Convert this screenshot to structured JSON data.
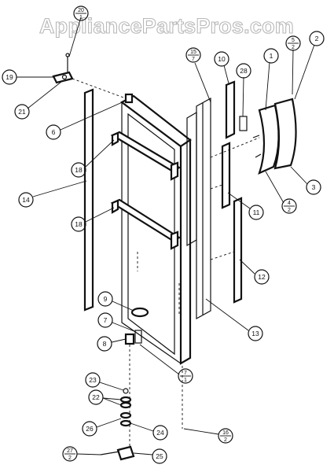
{
  "watermark": "AppliancePartsPros.com",
  "callouts": {
    "c1": "1",
    "c2": "2",
    "c3": "3",
    "c4n": "4",
    "c4d": "2",
    "c5n": "5",
    "c5d": "2",
    "c6": "6",
    "c7": "7",
    "c7fn": "7",
    "c7fd": "1",
    "c8": "8",
    "c9": "9",
    "c10": "10",
    "c11": "11",
    "c12": "12",
    "c13": "13",
    "c14": "14",
    "c15n": "15",
    "c15d": "7",
    "c16n": "16",
    "c16d": "2",
    "c18a": "18",
    "c18b": "18",
    "c19": "19",
    "c20n": "20",
    "c20d": "1",
    "c21": "21",
    "c22": "22",
    "c23": "23",
    "c24": "24",
    "c25": "25",
    "c26": "26",
    "c27n": "27",
    "c27d": "2",
    "c28": "28"
  }
}
